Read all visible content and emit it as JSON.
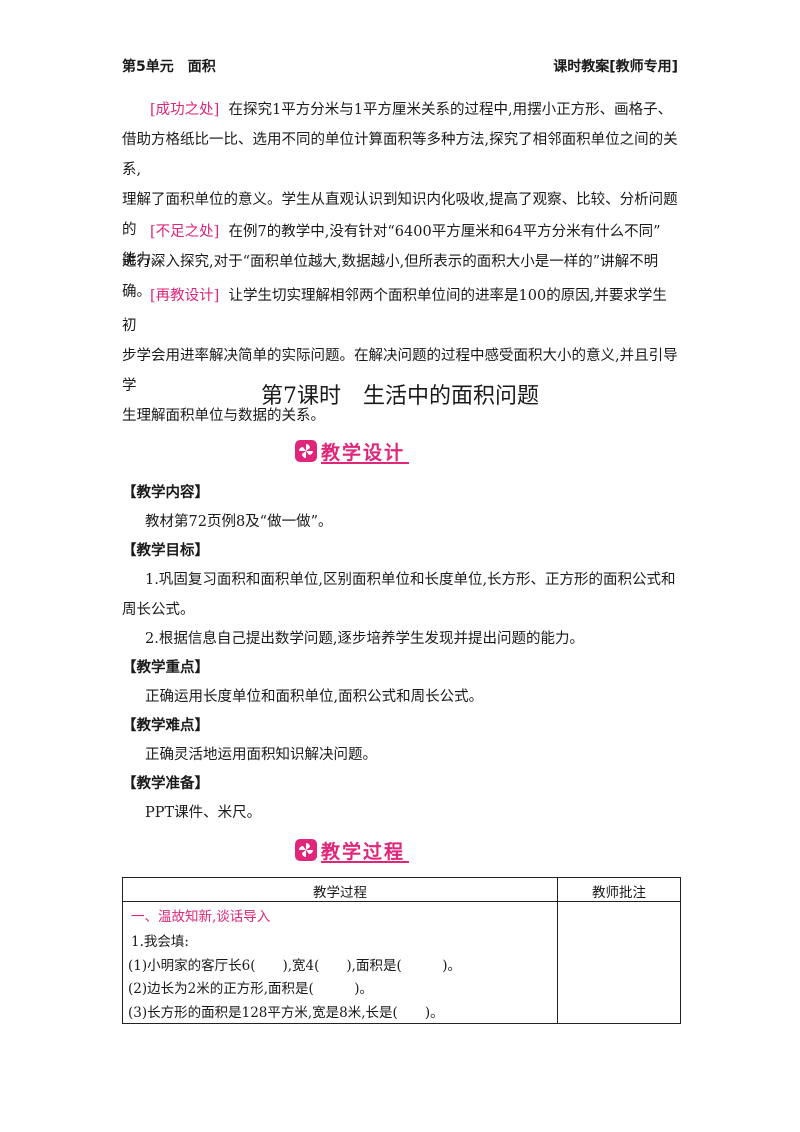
{
  "header": {
    "left": "第5单元　面积",
    "right": "课时教案[教师专用]"
  },
  "reflection": {
    "success_tag": "[成功之处]",
    "success_text_1": "在探究1平方分米与1平方厘米关系的过程中,用摆小正方形、画格子、",
    "success_text_2": "借助方格纸比一比、选用不同的单位计算面积等多种方法,探究了相邻面积单位之间的关系,",
    "success_text_3": "理解了面积单位的意义。学生从直观认识到知识内化吸收,提高了观察、比较、分析问题的",
    "success_text_4": "能力。",
    "shortfall_tag": "[不足之处]",
    "shortfall_text_1": "在例7的教学中,没有针对“6400平方厘米和64平方分米有什么不同”",
    "shortfall_text_2": "进行深入探究,对于“面积单位越大,数据越小,但所表示的面积大小是一样的”讲解不明确。",
    "redesign_tag": "[再教设计]",
    "redesign_text_1": "让学生切实理解相邻两个面积单位间的进率是100的原因,并要求学生初",
    "redesign_text_2": "步学会用进率解决简单的实际问题。在解决问题的过程中感受面积大小的意义,并且引导学",
    "redesign_text_3": "生理解面积单位与数据的关系。"
  },
  "lesson_title": "第7课时　生活中的面积问题",
  "banner_design": "教学设计",
  "banner_process": "教学过程",
  "sections": {
    "content_h": "【教学内容】",
    "content": "教材第72页例8及“做一做”。",
    "goals_h": "【教学目标】",
    "goal_1a": "1.巩固复习面积和面积单位,区别面积单位和长度单位,长方形、正方形的面积公式和",
    "goal_1b": "周长公式。",
    "goal_2": "2.根据信息自己提出数学问题,逐步培养学生发现并提出问题的能力。",
    "key_h": "【教学重点】",
    "key": "正确运用长度单位和面积单位,面积公式和周长公式。",
    "difficulty_h": "【教学难点】",
    "difficulty": "正确灵活地运用面积知识解决问题。",
    "prep_h": "【教学准备】",
    "prep": "PPT课件、米尺。"
  },
  "table": {
    "col1": "教学过程",
    "col2": "教师批注",
    "stage": "一、温故知新,谈话导入",
    "q_head": "1.我会填:",
    "q1": "(1)小明家的客厅长6(　　),宽4(　　),面积是(　　　)。",
    "q2": "(2)边长为2米的正方形,面积是(　　　)。",
    "q3": "(3)长方形的面积是128平方米,宽是8米,长是(　　)。"
  }
}
